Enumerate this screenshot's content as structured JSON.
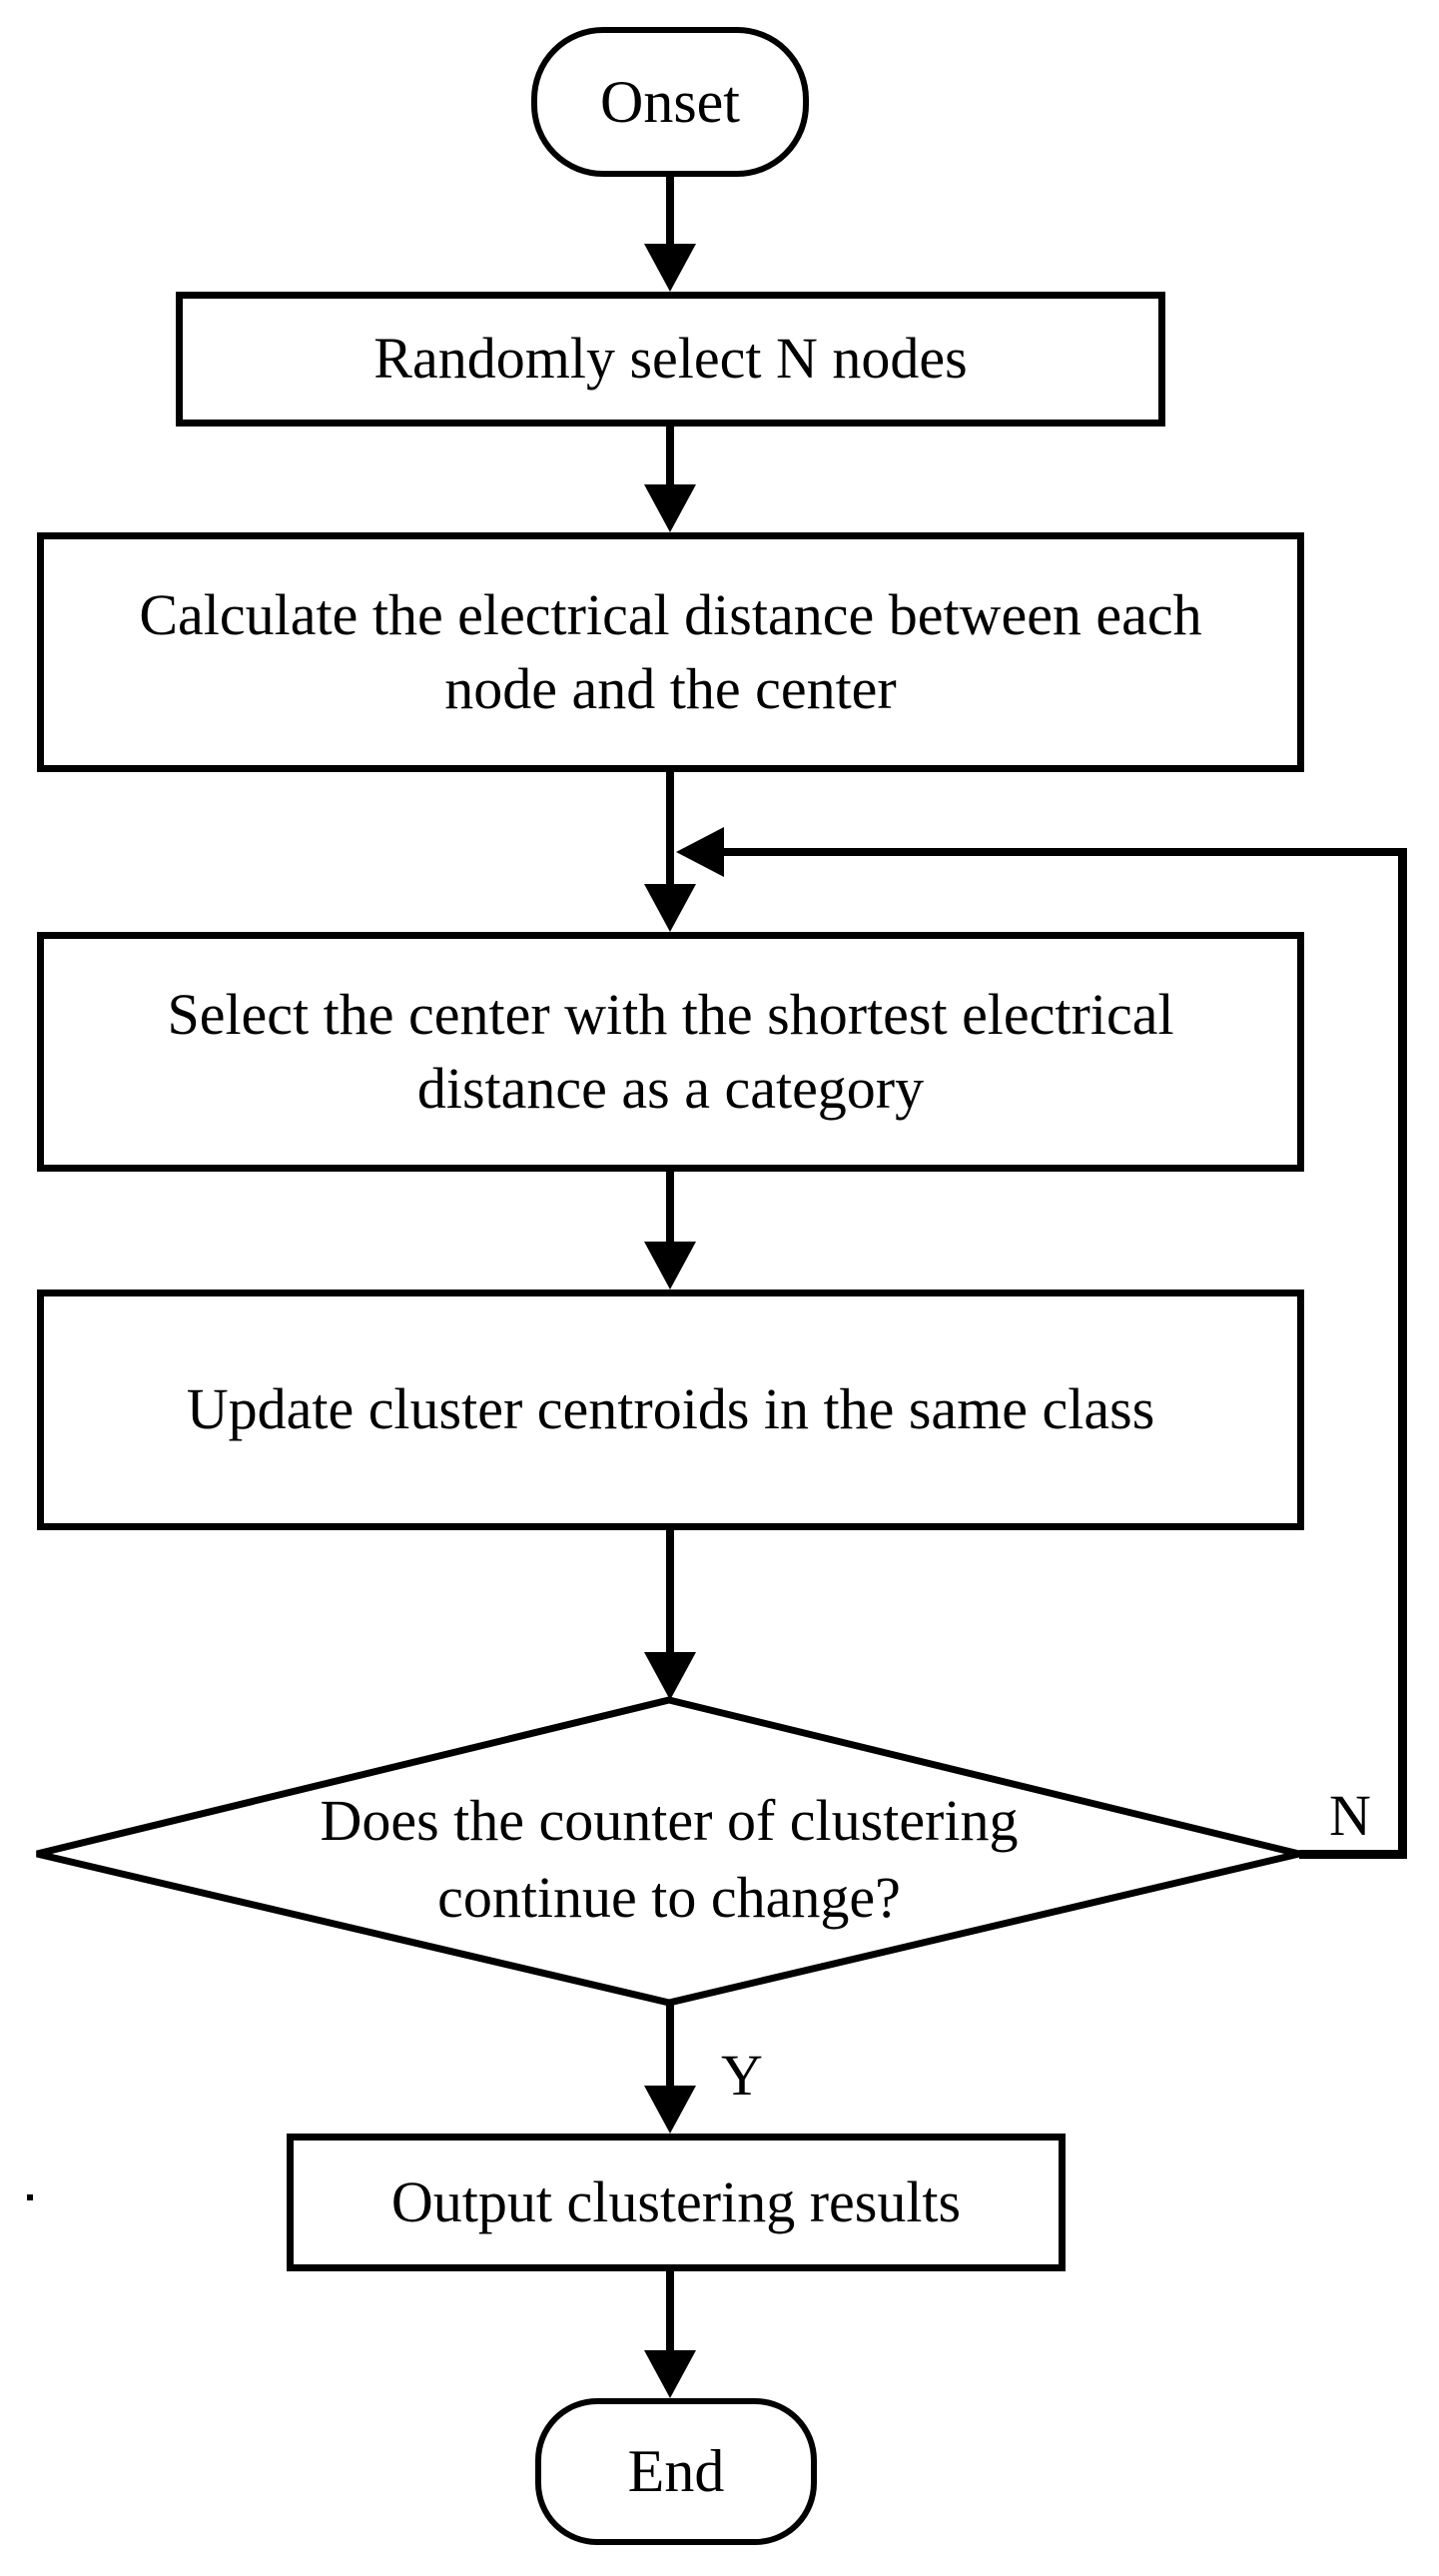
{
  "diagram": {
    "type": "flowchart",
    "background_color": "#ffffff",
    "stroke_color": "#000000",
    "nodes": [
      {
        "id": "start",
        "shape": "terminator",
        "label": "Onset"
      },
      {
        "id": "select_nodes",
        "shape": "process",
        "label": "Randomly select N nodes"
      },
      {
        "id": "calc_distance",
        "shape": "process",
        "label": "Calculate the electrical distance between each\nnode and the center"
      },
      {
        "id": "select_center",
        "shape": "process",
        "label": "Select the center with the shortest electrical\ndistance as a category"
      },
      {
        "id": "update_centroids",
        "shape": "process",
        "label": "Update cluster centroids in the same class"
      },
      {
        "id": "decision",
        "shape": "decision",
        "label": "Does the counter of clustering\ncontinue to change?"
      },
      {
        "id": "output_results",
        "shape": "process",
        "label": "Output clustering results"
      },
      {
        "id": "end",
        "shape": "terminator",
        "label": "End"
      }
    ],
    "edge_labels": {
      "yes": "Y",
      "no": "N"
    }
  }
}
